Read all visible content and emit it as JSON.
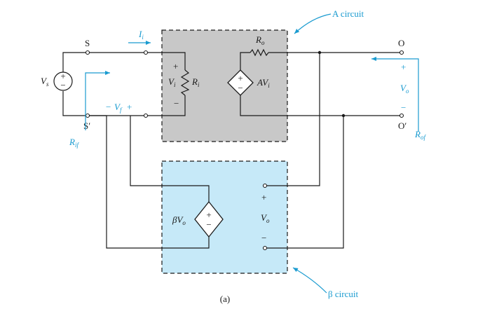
{
  "labels": {
    "a_circuit": "A circuit",
    "beta_circuit": "β circuit",
    "caption": "(a)",
    "source": "V",
    "source_sub": "s",
    "terminal_s": "S",
    "terminal_sp": "S′",
    "terminal_o": "O",
    "terminal_op": "O′",
    "input_current": "I",
    "input_current_sub": "i",
    "vi": "V",
    "vi_sub": "i",
    "ri": "R",
    "ri_sub": "i",
    "ro": "R",
    "ro_sub": "o",
    "av": "AV",
    "av_sub": "i",
    "vf_minus": "−",
    "vf": "V",
    "vf_sub": "f",
    "vf_plus": "+",
    "vo": "V",
    "vo_sub": "o",
    "bvo": "βV",
    "bvo_sub": "o",
    "rif": "R",
    "rif_sub": "if",
    "rof": "R",
    "rof_sub": "of",
    "plus": "+",
    "minus": "−"
  },
  "colors": {
    "a_box_fill": "#c8c8c8",
    "beta_box_fill": "#c6e9f8",
    "accent": "#1a9bd0",
    "wire": "#1a1a1a"
  }
}
